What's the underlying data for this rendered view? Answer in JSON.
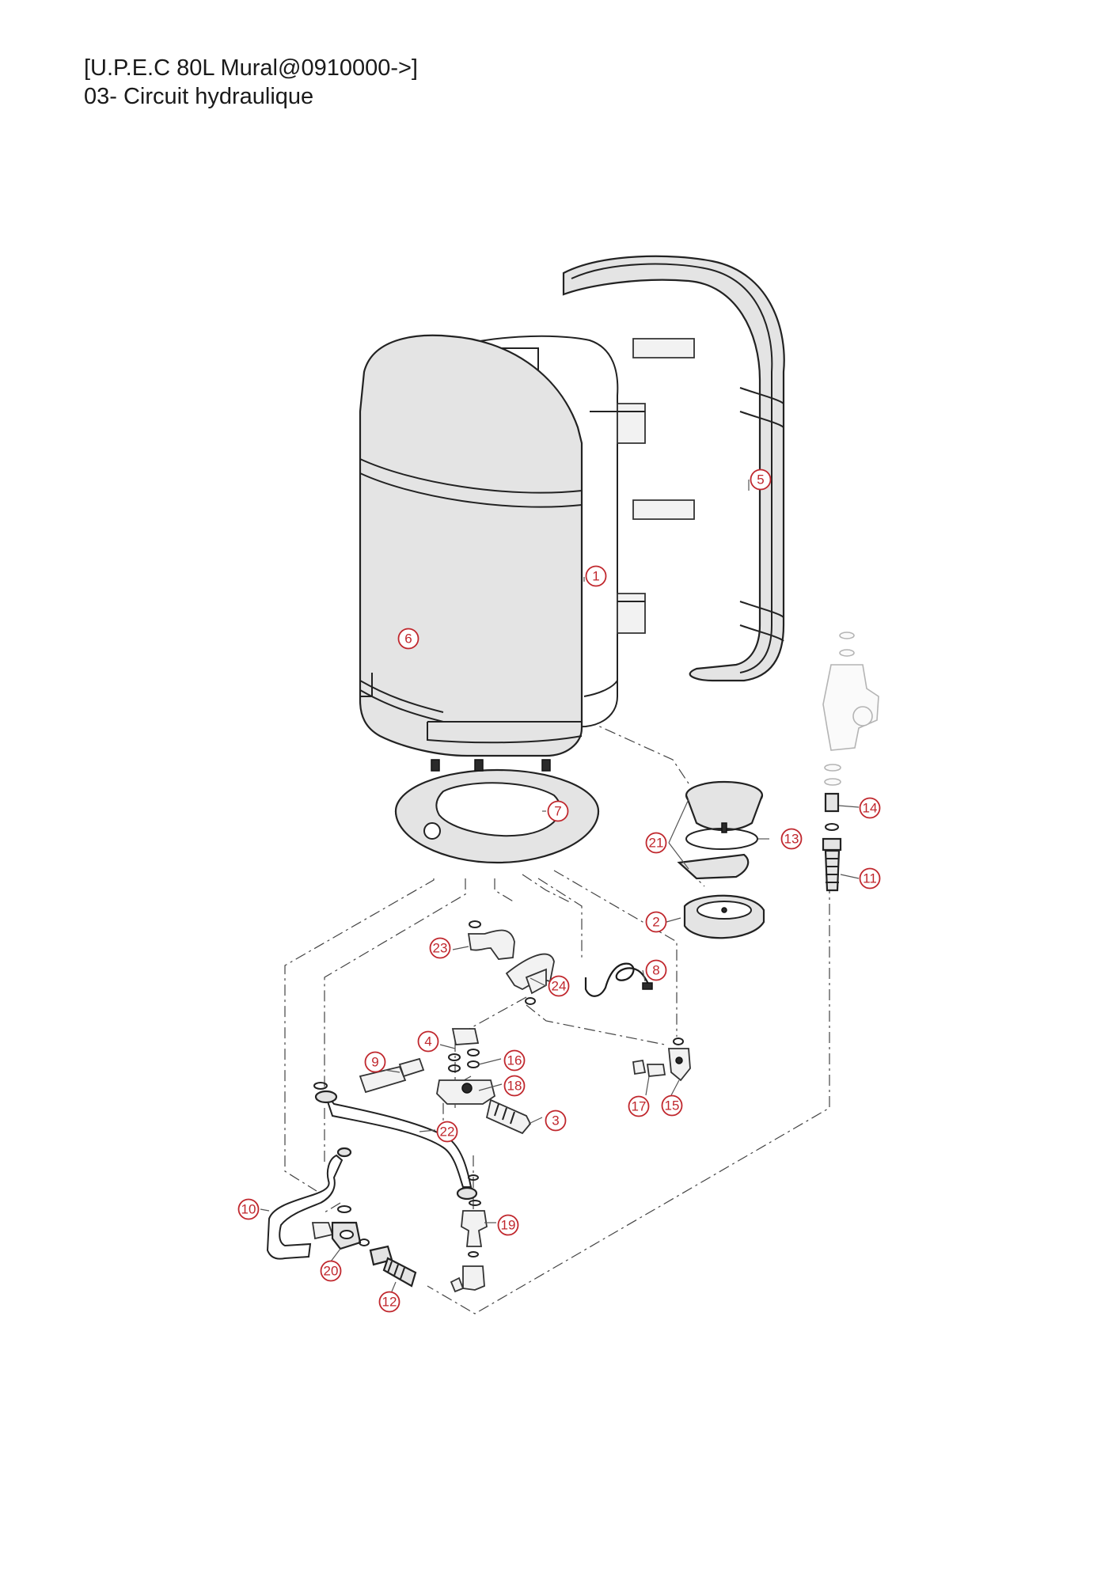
{
  "header": {
    "model_line": "[U.P.E.C 80L Mural@0910000->]",
    "section_line": "03- Circuit hydraulique"
  },
  "callouts": [
    {
      "label": "1"
    },
    {
      "label": "2"
    },
    {
      "label": "3"
    },
    {
      "label": "4"
    },
    {
      "label": "5"
    },
    {
      "label": "6"
    },
    {
      "label": "7"
    },
    {
      "label": "8"
    },
    {
      "label": "9"
    },
    {
      "label": "10"
    },
    {
      "label": "11"
    },
    {
      "label": "12"
    },
    {
      "label": "13"
    },
    {
      "label": "14"
    },
    {
      "label": "15"
    },
    {
      "label": "16"
    },
    {
      "label": "17"
    },
    {
      "label": "18"
    },
    {
      "label": "19"
    },
    {
      "label": "20"
    },
    {
      "label": "21"
    },
    {
      "label": "22"
    },
    {
      "label": "23"
    },
    {
      "label": "24"
    }
  ],
  "colors": {
    "callout": "#c0272d",
    "part_fill": "#e4e4e4",
    "outline": "#222222"
  }
}
